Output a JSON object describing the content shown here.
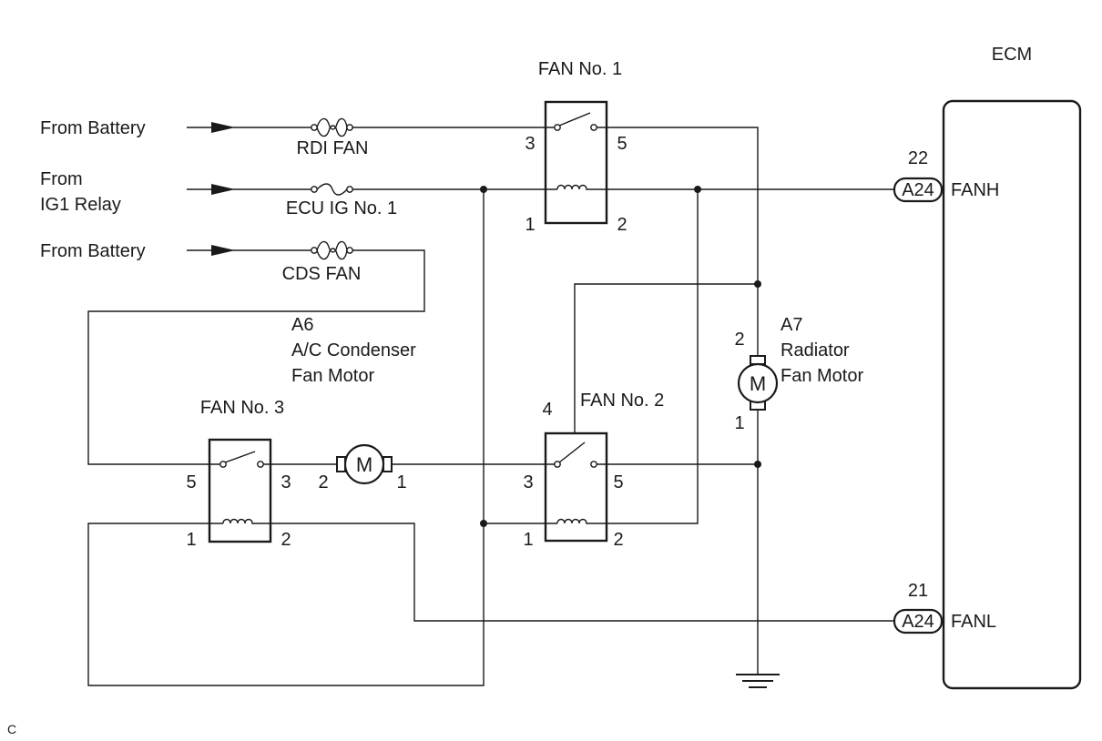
{
  "ecm": {
    "title": "ECM",
    "fanh_pin": "22",
    "fanh_connector": "A24",
    "fanh_label": "FANH",
    "fanl_pin": "21",
    "fanl_connector": "A24",
    "fanl_label": "FANL"
  },
  "sources": {
    "battery_1": "From Battery",
    "ig1_line1": "From",
    "ig1_line2": "IG1 Relay",
    "battery_2": "From Battery"
  },
  "fuses": {
    "rdi": "RDI FAN",
    "ecu_ig": "ECU IG No. 1",
    "cds": "CDS FAN"
  },
  "relay1": {
    "name": "FAN No. 1",
    "p3": "3",
    "p5": "5",
    "p1": "1",
    "p2": "2"
  },
  "relay2": {
    "name": "FAN No. 2",
    "p4": "4",
    "p3": "3",
    "p5": "5",
    "p1": "1",
    "p2": "2"
  },
  "relay3": {
    "name": "FAN No. 3",
    "p5": "5",
    "p3": "3",
    "p1": "1",
    "p2": "2"
  },
  "motor_a6": {
    "ref": "A6",
    "name1": "A/C Condenser",
    "name2": "Fan Motor",
    "p2": "2",
    "p1": "1",
    "symbol": "M"
  },
  "motor_a7": {
    "ref": "A7",
    "name1": "Radiator",
    "name2": "Fan Motor",
    "p2": "2",
    "p1": "1",
    "symbol": "M"
  },
  "footer": "C"
}
